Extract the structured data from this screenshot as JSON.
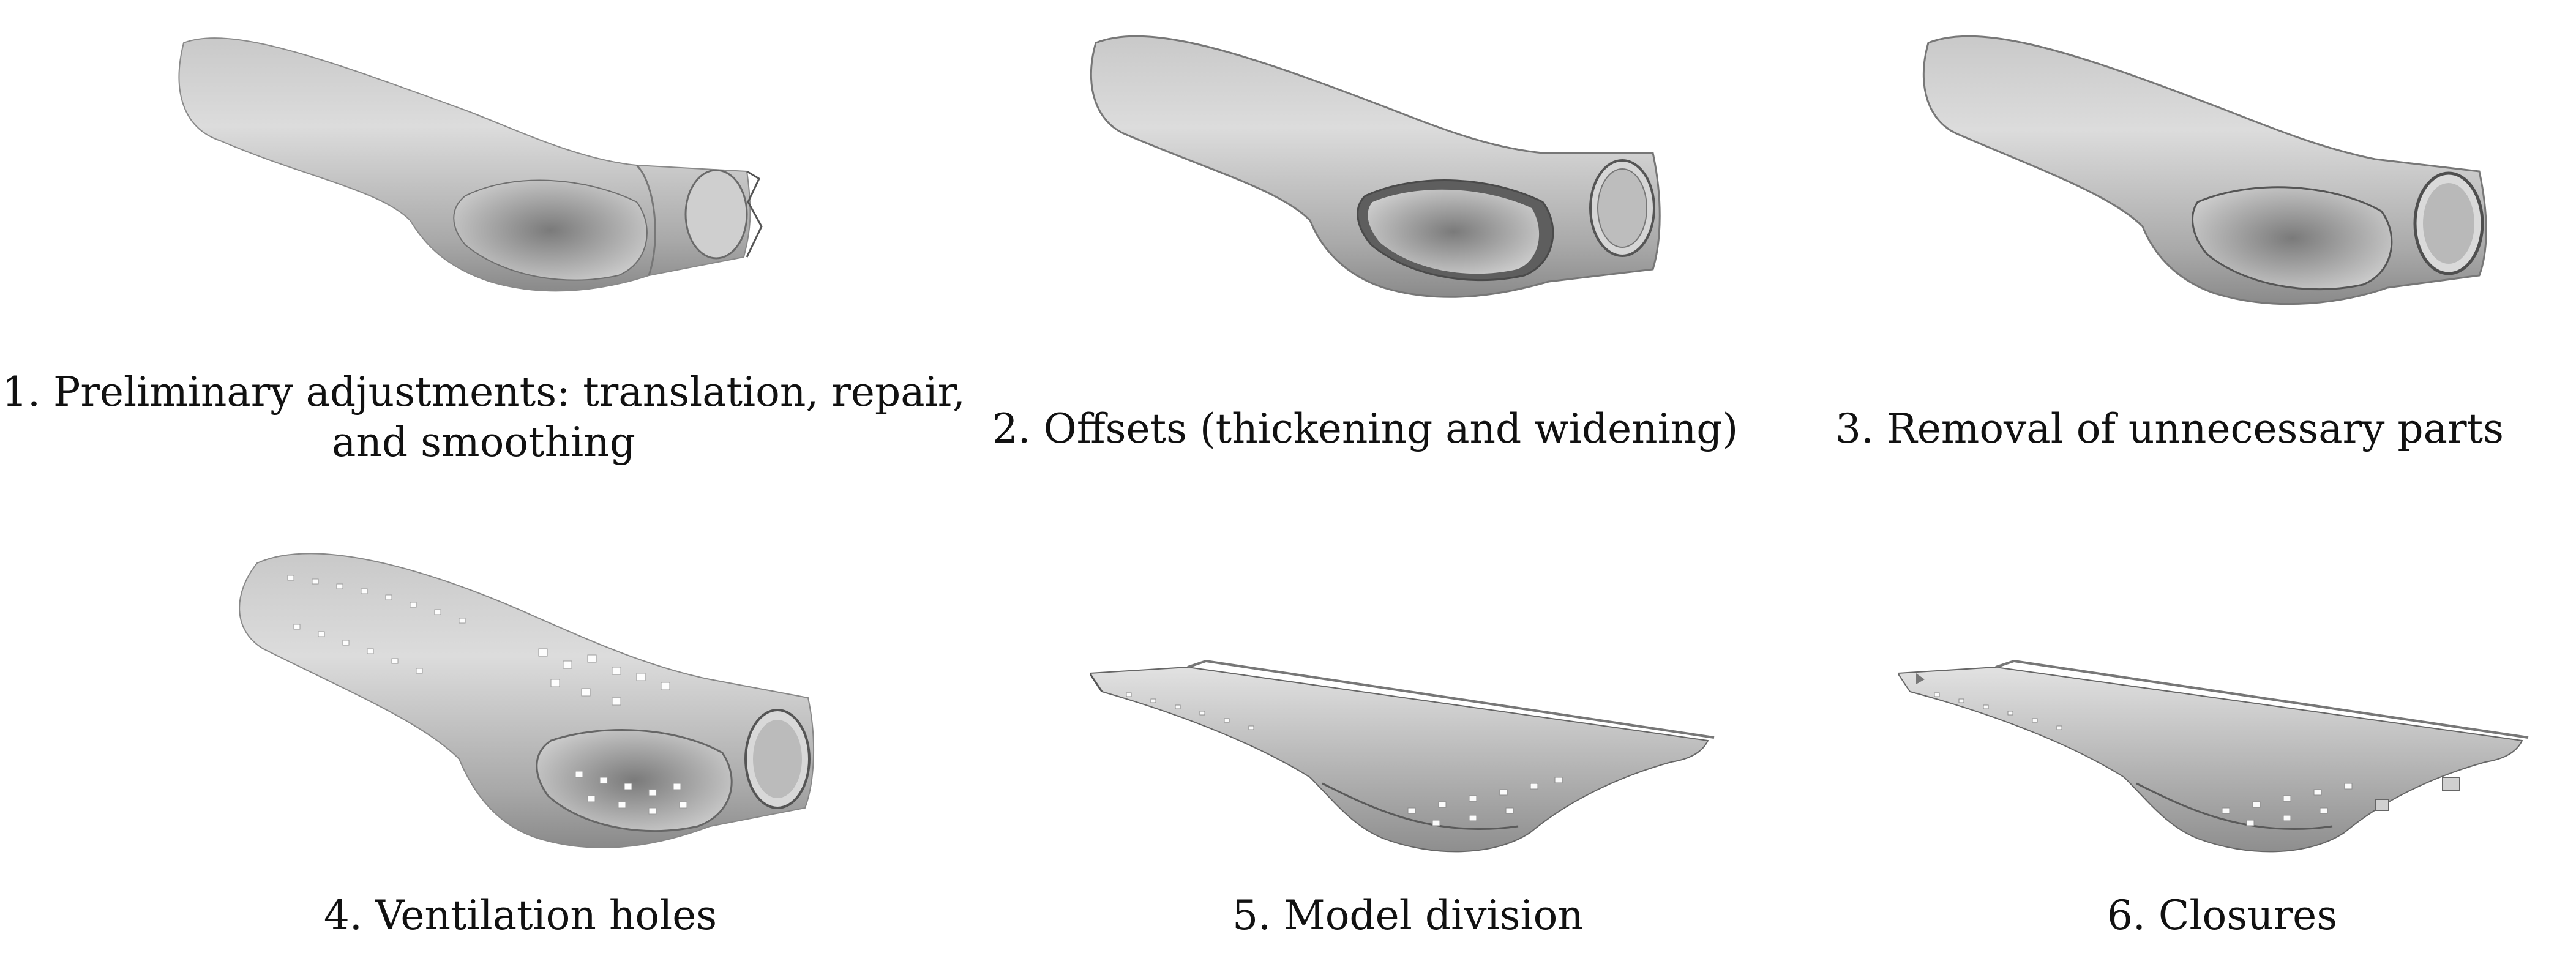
{
  "figure": {
    "steps": [
      {
        "caption": "1. Preliminary adjustments: translation, repair,\nand smoothing"
      },
      {
        "caption": "2. Offsets (thickening and widening)"
      },
      {
        "caption": "3. Removal of unnecessary parts"
      },
      {
        "caption": "4. Ventilation holes"
      },
      {
        "caption": "5. Model division"
      },
      {
        "caption": "6. Closures"
      }
    ]
  },
  "colors": {
    "shell_light": "#e4e4e4",
    "shell_mid": "#b8b8b8",
    "shell_dark": "#6f6f6f",
    "edge": "#4a4a4a"
  }
}
